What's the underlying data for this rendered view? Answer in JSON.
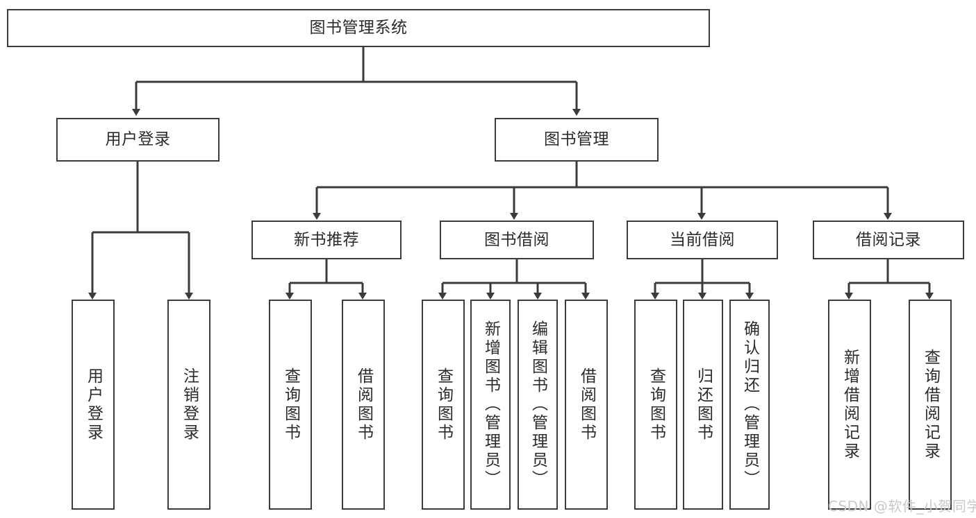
{
  "diagram": {
    "type": "tree-hierarchy-diagram",
    "title": "图书管理系统",
    "line_color": "#3b3b3b",
    "box_fill": "#ffffff",
    "text_color": "#2b2b2b",
    "nodes": {
      "root": {
        "label": "图书管理系统"
      },
      "level2": [
        {
          "label": "用户登录"
        },
        {
          "label": "图书管理"
        }
      ],
      "level3": [
        {
          "label": "新书推荐"
        },
        {
          "label": "图书借阅"
        },
        {
          "label": "当前借阅"
        },
        {
          "label": "借阅记录"
        }
      ],
      "leaves": [
        {
          "label": "用户登录"
        },
        {
          "label": "注销登录"
        },
        {
          "label": "查询图书"
        },
        {
          "label": "借阅图书"
        },
        {
          "label": "查询图书"
        },
        {
          "label": "新增图书（管理员）"
        },
        {
          "label": "编辑图书（管理员）"
        },
        {
          "label": "借阅图书"
        },
        {
          "label": "查询图书"
        },
        {
          "label": "归还图书"
        },
        {
          "label": "确认归还（管理员）"
        },
        {
          "label": "新增借阅记录"
        },
        {
          "label": "查询借阅记录"
        }
      ]
    }
  },
  "watermark": {
    "text": "CSDN @软件_小贺同学",
    "color": "#c9c9c9"
  }
}
